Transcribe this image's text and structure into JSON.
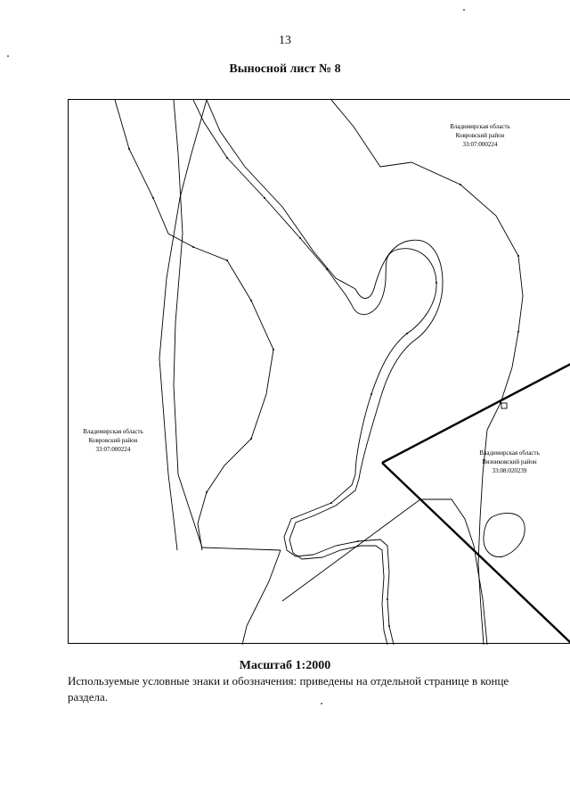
{
  "page": {
    "number": "13",
    "title": "Выносной лист № 8"
  },
  "map": {
    "regions": [
      {
        "line1": "Владимирская область",
        "line2": "Ковровский район",
        "code": "33:07:000224"
      },
      {
        "line1": "Владимирская область",
        "line2": "Ковровский район",
        "code": "33:07:000224"
      },
      {
        "line1": "Владимирская область",
        "line2": "Вязниковский район",
        "code": "33:08:020239"
      }
    ],
    "colors": {
      "line": "#000000",
      "boundary": "#000000",
      "paper": "#ffffff"
    }
  },
  "scale": {
    "label": "Масштаб 1:2000"
  },
  "legend": {
    "note": "Используемые условные знаки и обозначения: приведены на отдельной странице в конце раздела."
  }
}
